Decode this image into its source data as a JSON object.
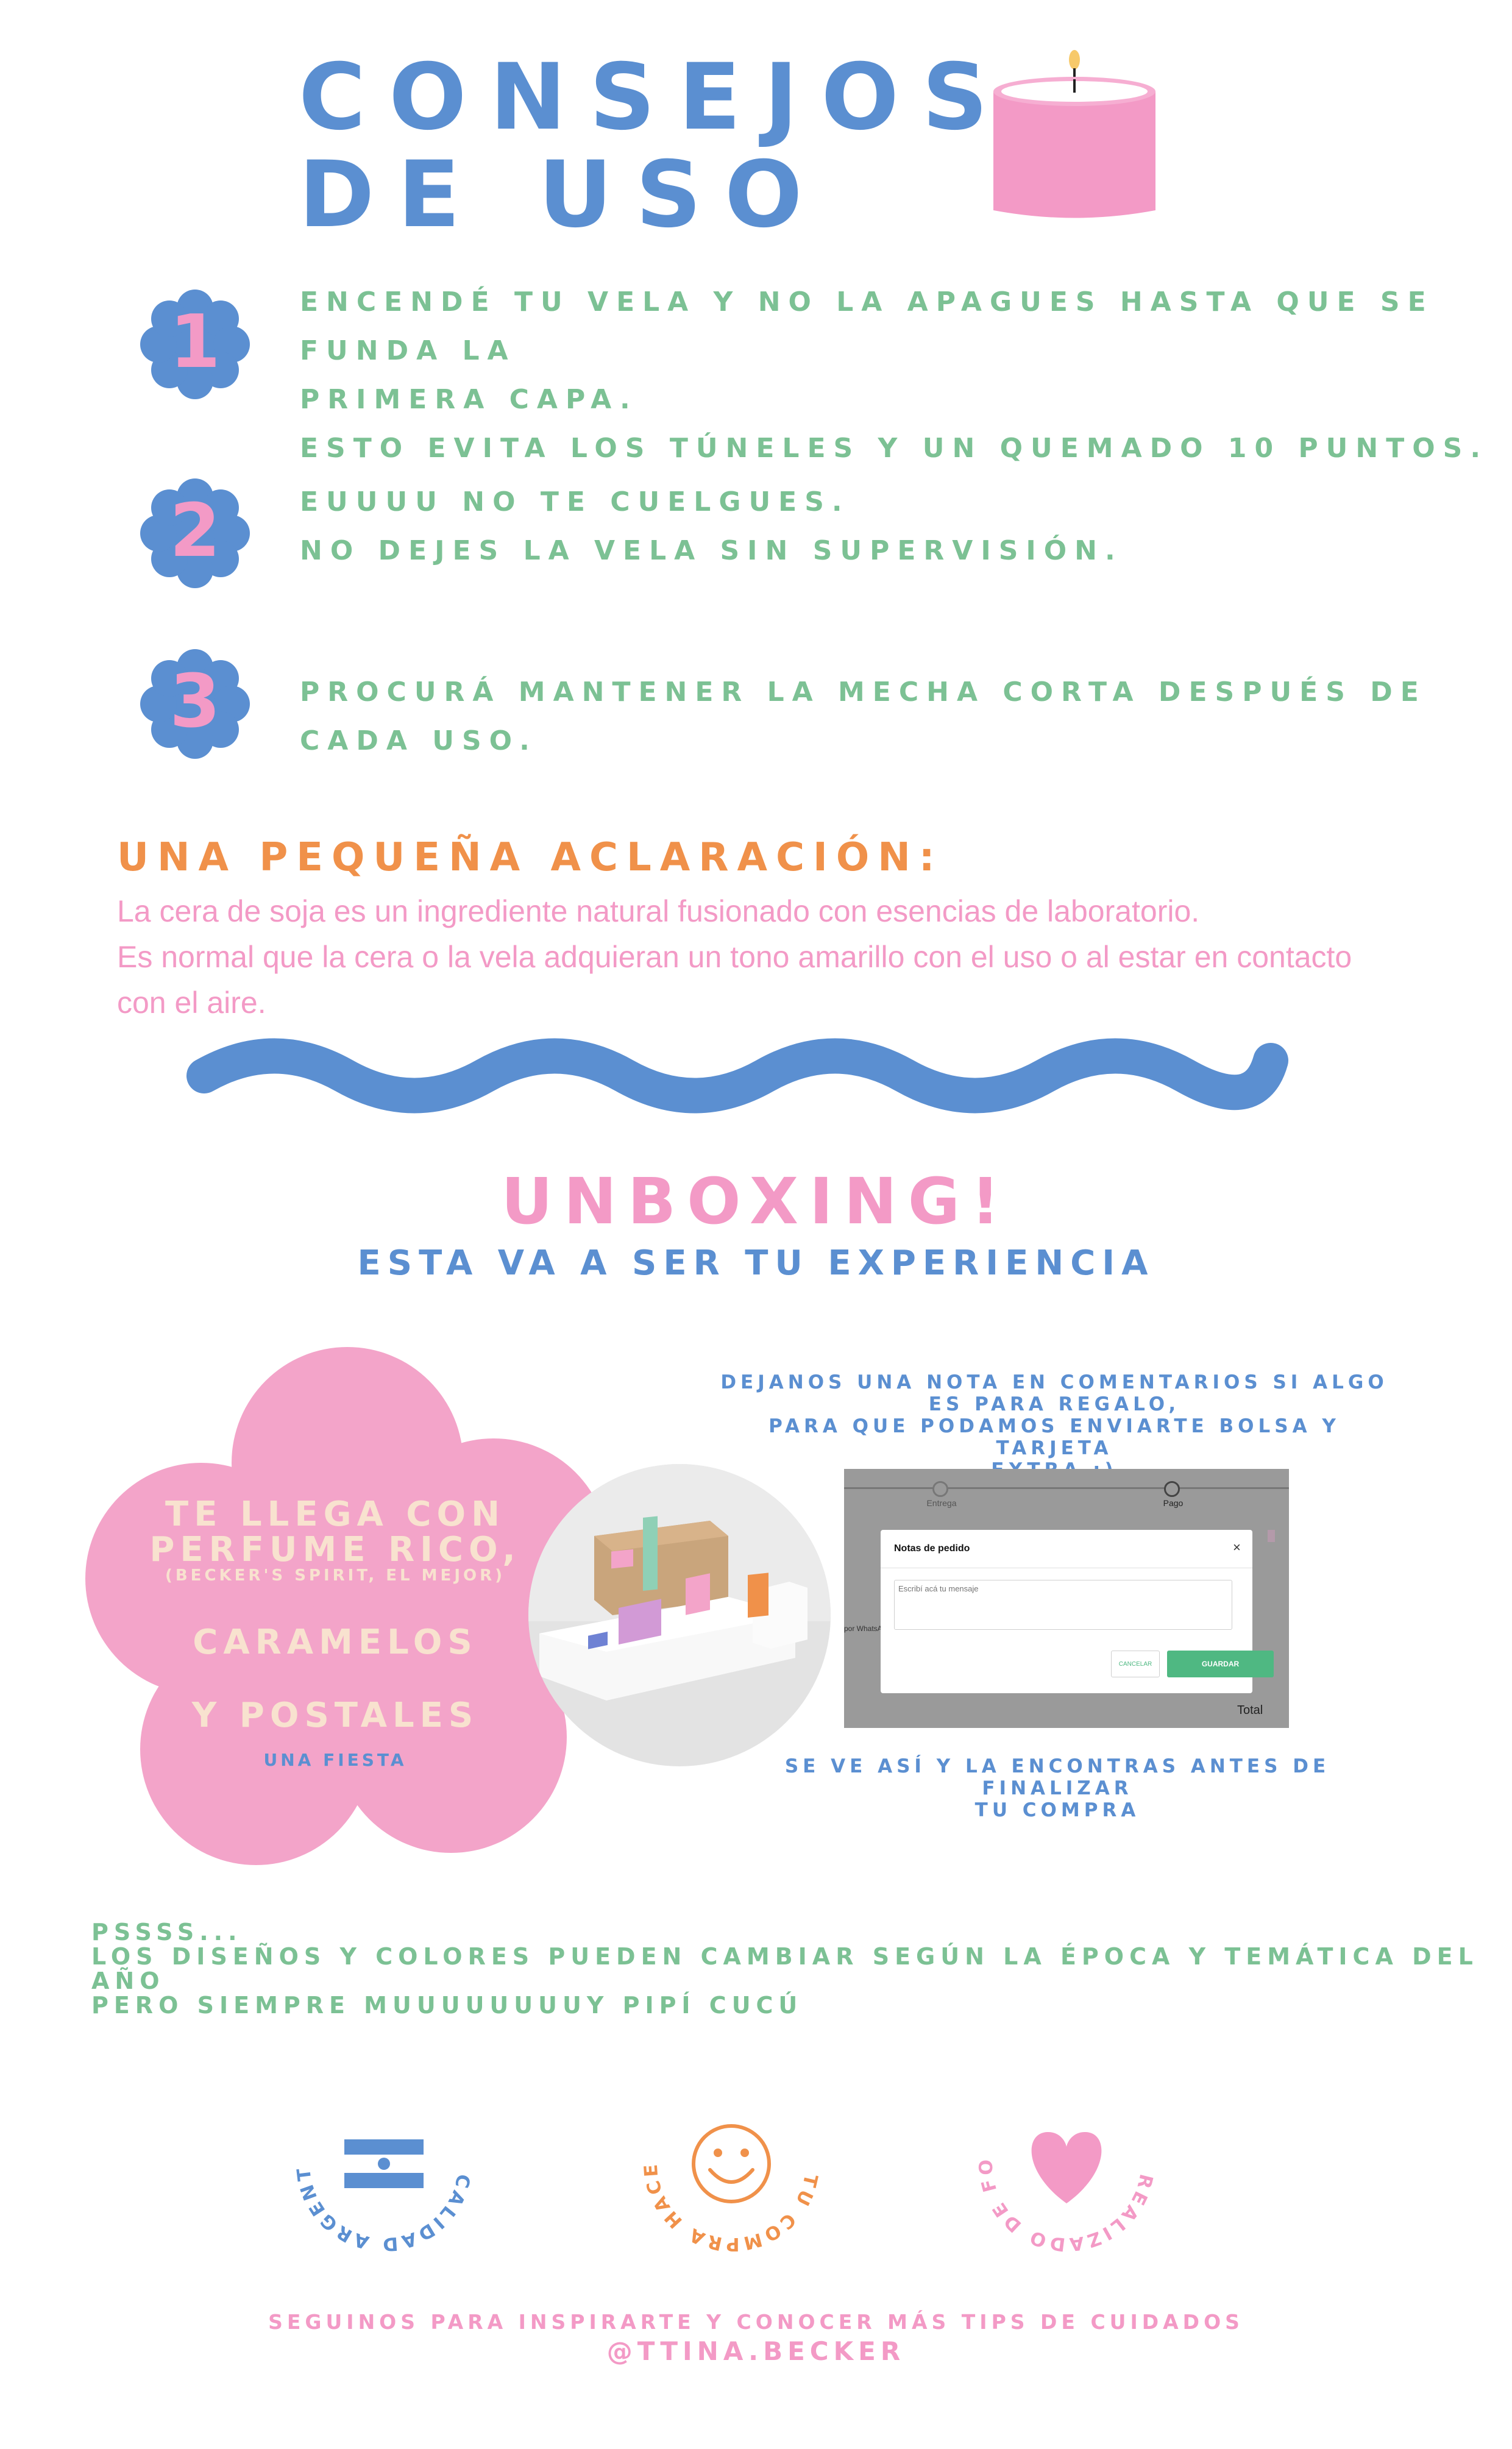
{
  "title": {
    "line1": "CONSEJOS",
    "line2": "DE USO"
  },
  "steps": [
    {
      "number": "1",
      "line1": "ENCENDÉ TU VELA Y NO LA APAGUES HASTA QUE SE FUNDA LA",
      "line2": "PRIMERA CAPA.",
      "line3": "ESTO EVITA LOS TÚNELES Y UN QUEMADO 10 PUNTOS."
    },
    {
      "number": "2",
      "line1": "EUUUU NO TE CUELGUES.",
      "line2": "NO DEJES LA VELA SIN SUPERVISIÓN."
    },
    {
      "number": "3",
      "line1": "PROCURÁ MANTENER LA MECHA CORTA DESPUÉS DE",
      "line2": "CADA USO."
    }
  ],
  "aclaracion": {
    "title": "UNA PEQUEÑA ACLARACIÓN:",
    "line1": "La cera de soja es un ingrediente natural fusionado con esencias de laboratorio.",
    "line2": "Es normal que la cera o la vela adquieran un tono amarillo con el uso o al estar en contacto",
    "line3": "con el aire."
  },
  "unboxing": {
    "title": "UNBOXING!",
    "subtitle": "ESTA VA A SER TU EXPERIENCIA"
  },
  "flower": {
    "line1": "TE LLEGA CON",
    "line2": "PERFUME RICO,",
    "note": "(BECKER'S SPIRIT, EL MEJOR)",
    "line3": "CARAMELOS",
    "line4": "Y POSTALES",
    "small": "UNA FIESTA"
  },
  "note": {
    "line1": "DEJANOS UNA NOTA EN COMENTARIOS SI ALGO",
    "line2": "ES PARA REGALO,",
    "line3": "PARA QUE PODAMOS ENVIARTE BOLSA Y TARJETA",
    "line4": "EXTRA :)",
    "caption1": "SE VE ASÍ Y LA ENCONTRAS ANTES DE FINALIZAR",
    "caption2": "TU COMPRA"
  },
  "checkout": {
    "step1": "Entrega",
    "step2": "Pago",
    "modal_title": "Notas de pedido",
    "close": "×",
    "placeholder": "Escribí acá tu mensaje",
    "cancel": "CANCELAR",
    "save": "GUARDAR",
    "side_label": "por WhatsA",
    "total": "Total"
  },
  "pssss": {
    "line1": "PSSSS...",
    "line2": "LOS DISEÑOS Y COLORES PUEDEN CAMBIAR SEGÚN LA ÉPOCA Y TEMÁTICA DEL AÑO",
    "line3": "PERO SIEMPRE MUUUUUUUUY PIPÍ CUCÚ"
  },
  "badges": [
    {
      "text": "CALIDAD ARGENTINA DE VERDAD",
      "icon": "argentina-flag-icon"
    },
    {
      "text": "TU COMPRA HACE FELIZ A VARIOS",
      "icon": "smiley-icon"
    },
    {
      "text": "REALIZADO DE FORMA ARTESANAL",
      "icon": "heart-icon"
    }
  ],
  "footer": {
    "line1": "SEGUINOS PARA INSPIRARTE Y CONOCER MÁS TIPS DE CUIDADOS",
    "line2": "@TTINA.BECKER"
  },
  "colors": {
    "blue": "#5b8fd1",
    "green": "#7cc194",
    "pink": "#f39ac6",
    "orange": "#f0914a",
    "cream": "#f8e2cf",
    "save": "#4fb882"
  }
}
